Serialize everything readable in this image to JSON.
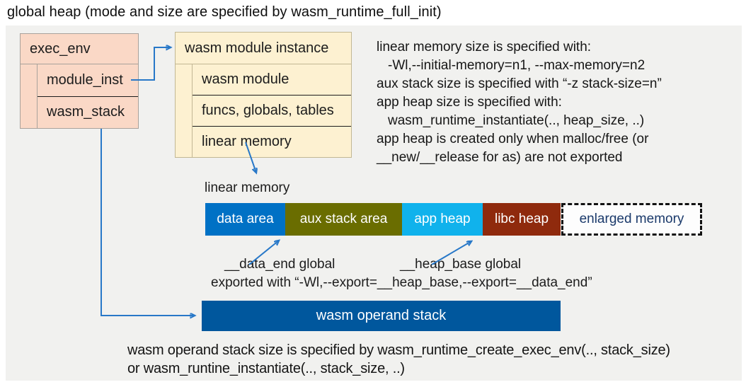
{
  "title": "global heap (mode and size are specified by wasm_runtime_full_init)",
  "diagram": {
    "exec_env": {
      "header": "exec_env",
      "rows": [
        {
          "label": "module_inst"
        },
        {
          "label": "wasm_stack"
        }
      ]
    },
    "module_instance": {
      "header": "wasm module instance",
      "rows": [
        {
          "label": "wasm module"
        },
        {
          "label": "funcs, globals, tables"
        },
        {
          "label": "linear memory"
        }
      ]
    },
    "notes": {
      "lines": [
        {
          "text": "linear memory size is specified with:"
        },
        {
          "text": "-Wl,--initial-memory=n1, --max-memory=n2"
        },
        {
          "text": "aux stack size is specified with “-z stack-size=n”"
        },
        {
          "text": "app heap size is specified with:"
        },
        {
          "text": "wasm_runtime_instantiate(.., heap_size, ..)"
        },
        {
          "text": "app heap is created only when malloc/free (or"
        },
        {
          "text": "__new/__release for as) are not exported"
        }
      ]
    },
    "linear_memory": {
      "label": "linear memory",
      "segments": [
        {
          "label": "data area",
          "color": "#0071c5",
          "text_color": "#ffffff"
        },
        {
          "label": "aux stack area",
          "color": "#6a6d00",
          "text_color": "#ffffff"
        },
        {
          "label": "app heap",
          "color": "#10b2ec",
          "text_color": "#ffffff"
        },
        {
          "label": "libc heap",
          "color": "#8f2a0d",
          "text_color": "#ffffff"
        },
        {
          "label": "enlarged memory",
          "color": "#fdfdfd",
          "text_color": "#1b3a6b",
          "border": "dashed"
        }
      ],
      "annotations": {
        "data_end_label": "__data_end global",
        "heap_base_label": "__heap_base global",
        "exported_line": "exported with “-Wl,--export=__heap_base,--export=__data_end”"
      }
    },
    "operand_stack": {
      "label": "wasm operand stack",
      "color": "#00579d",
      "text_color": "#ffffff"
    },
    "footer_lines": [
      {
        "text": "wasm operand stack size is specified by wasm_runtime_create_exec_env(.., stack_size)"
      },
      {
        "text": "or wasm_runtine_instantiate(.., stack_size, ..)"
      }
    ]
  },
  "colors": {
    "canvas_bg": "#f1f1ef",
    "exec_env_fill": "#fad8c6",
    "exec_env_border": "#a9a29b",
    "module_instance_fill": "#fdf1d1",
    "module_instance_border": "#c2b794",
    "arrow": "#2878c8"
  }
}
